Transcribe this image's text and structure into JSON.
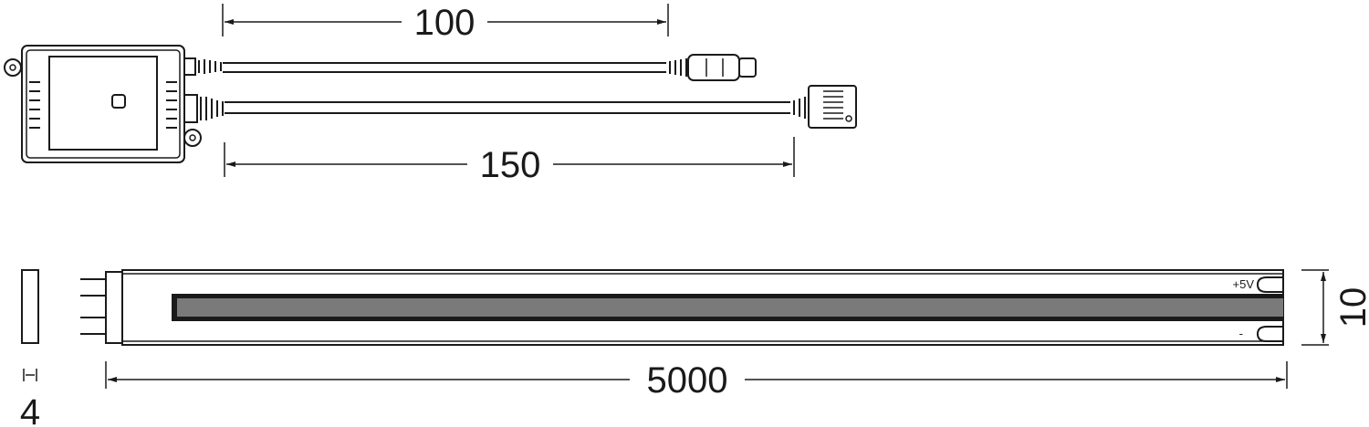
{
  "dimensions": {
    "cable_upper_length": "100",
    "cable_lower_length": "150",
    "strip_length": "5000",
    "strip_width": "10",
    "strip_thickness": "4"
  },
  "strip_labels": {
    "positive": "+5V",
    "negative": "-"
  },
  "colors": {
    "line": "#1a1a1a",
    "led_fill": "#7a7a7a",
    "background": "#ffffff"
  }
}
